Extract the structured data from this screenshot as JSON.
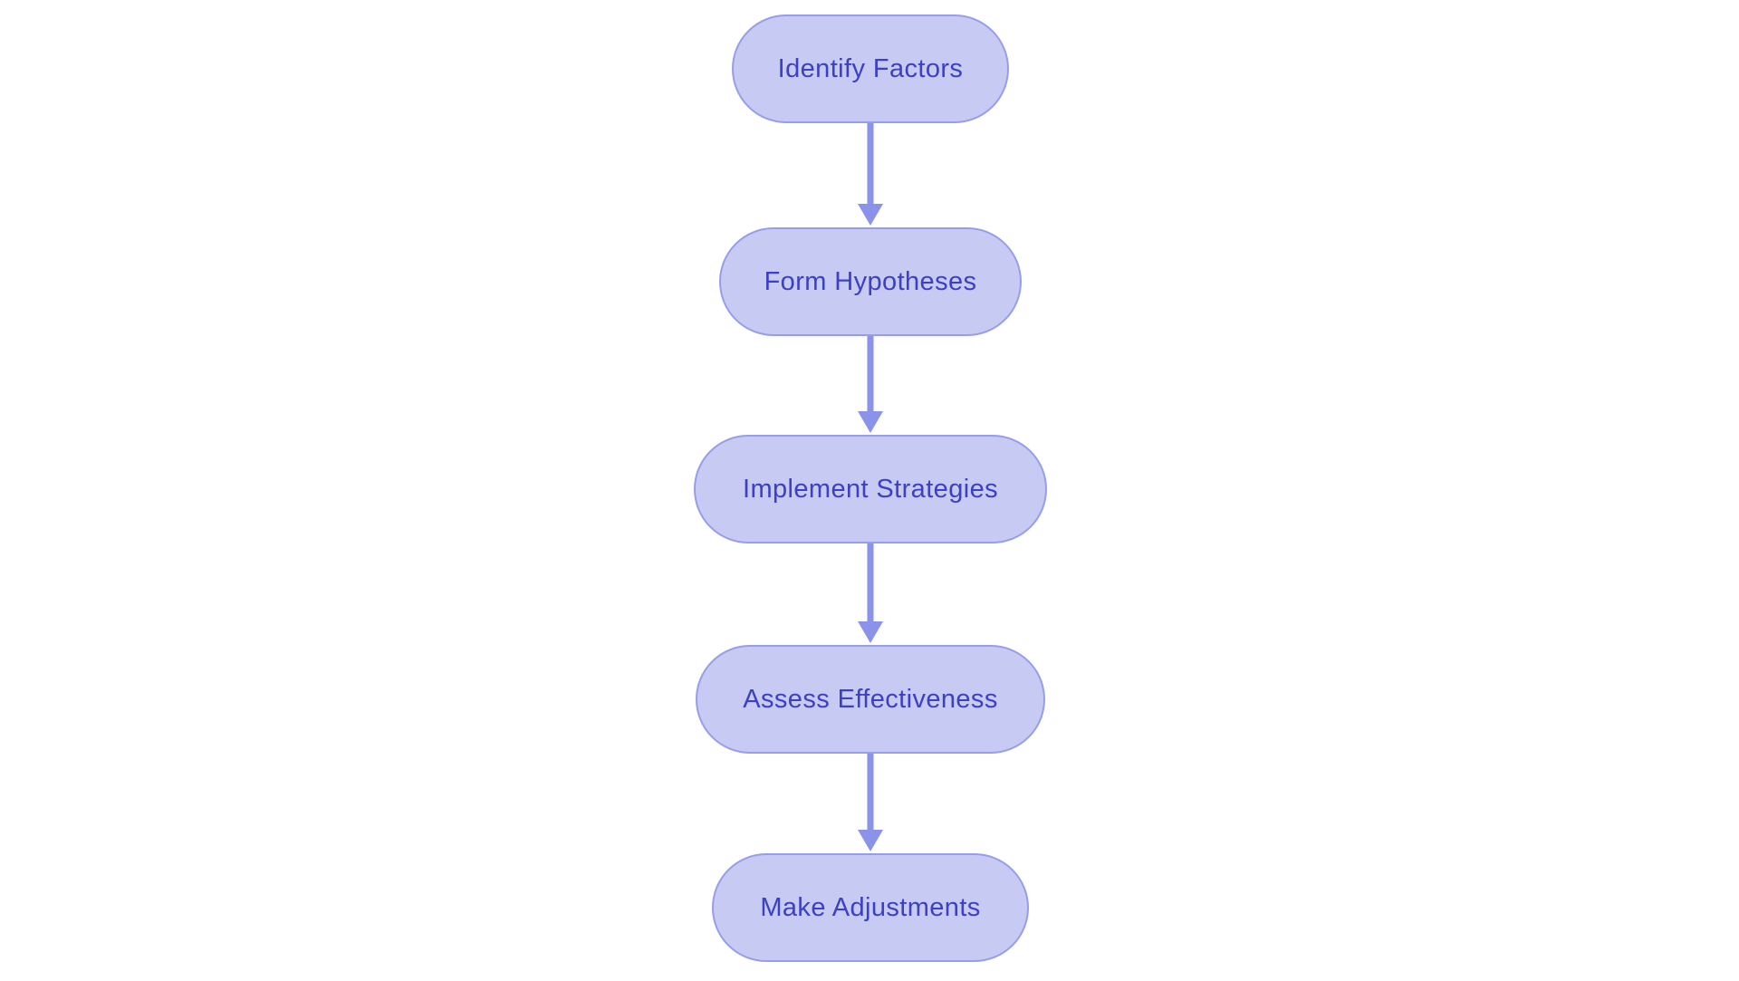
{
  "diagram": {
    "type": "flowchart",
    "direction": "top-down",
    "colors": {
      "node_fill": "#c7caf2",
      "node_border": "#979ee9",
      "node_text": "#3b40c4",
      "arrow": "#8b92ea",
      "background": "#ffffff"
    },
    "nodes": [
      {
        "id": "identify-factors",
        "label": "Identify Factors"
      },
      {
        "id": "form-hypotheses",
        "label": "Form Hypotheses"
      },
      {
        "id": "implement-strategies",
        "label": "Implement Strategies"
      },
      {
        "id": "assess-effectiveness",
        "label": "Assess Effectiveness"
      },
      {
        "id": "make-adjustments",
        "label": "Make Adjustments"
      }
    ],
    "edges": [
      {
        "from": "identify-factors",
        "to": "form-hypotheses"
      },
      {
        "from": "form-hypotheses",
        "to": "implement-strategies"
      },
      {
        "from": "implement-strategies",
        "to": "assess-effectiveness"
      },
      {
        "from": "assess-effectiveness",
        "to": "make-adjustments"
      }
    ]
  }
}
